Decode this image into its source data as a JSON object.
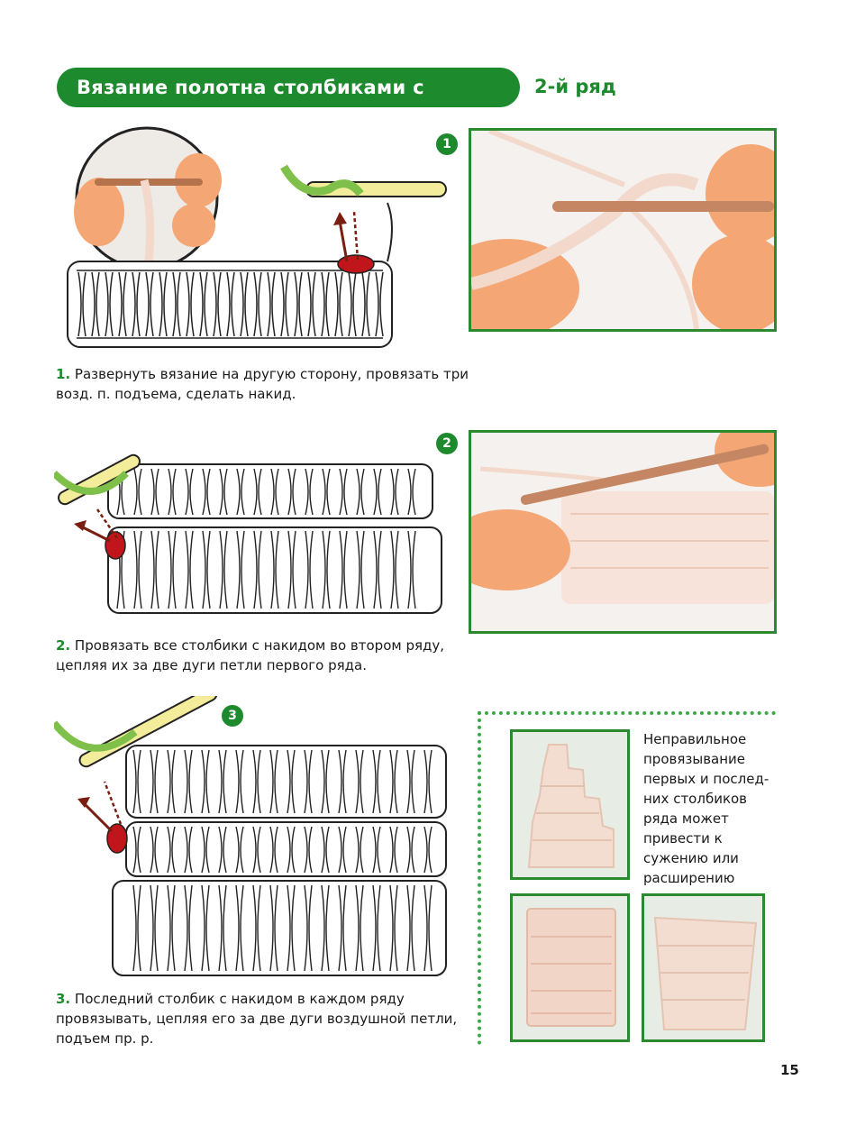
{
  "header": {
    "banner_title": "Вязание полотна столбиками с накидом",
    "row_title": "2-й ряд"
  },
  "steps": [
    {
      "badge": "1",
      "number": "1.",
      "caption": "Развернуть вязание на другую сторону, провязать три возд. п. подъема, сделать накид."
    },
    {
      "badge": "2",
      "number": "2.",
      "caption": "Провязать все столбики с накидом во втором ряду, цепляя их за две дуги петли первого ряда."
    },
    {
      "badge": "3",
      "number": "3.",
      "caption": "Последний столбик с накидом в каждом ряду провязывать, цепляя его за две дуги воздушной петли, подъем пр. р."
    }
  ],
  "side_note": "Неправильное провязывание первых и послед- них столбиков ряда может привести к сужению или расширению полотна.",
  "page_number": "15",
  "colors": {
    "accent_green": "#1e8a2e",
    "hook": "#b5734d",
    "yarn": "#f3d9cc",
    "marker_red": "#c0151a"
  }
}
